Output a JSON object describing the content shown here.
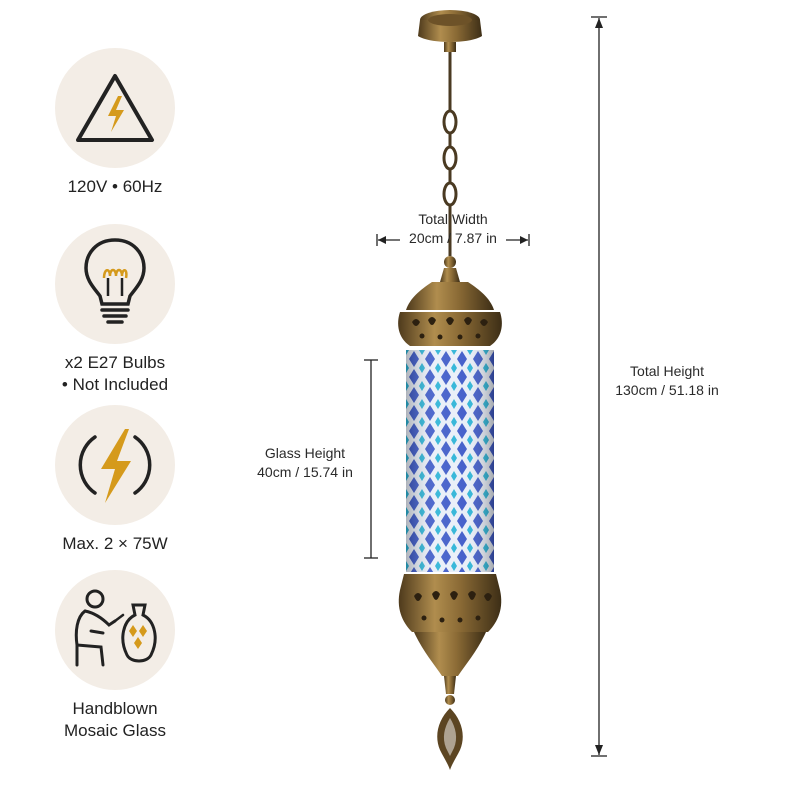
{
  "features": [
    {
      "icon": "high-voltage-warning-icon",
      "line1": "120V • 60Hz",
      "line2": ""
    },
    {
      "icon": "light-bulb-icon",
      "line1": "x2 E27 Bulbs",
      "line2": "• Not Included"
    },
    {
      "icon": "lightning-bolt-icon",
      "line1": "Max. 2 × 75W",
      "line2": ""
    },
    {
      "icon": "artisan-pottery-icon",
      "line1": "Handblown",
      "line2": "Mosaic Glass"
    }
  ],
  "dimensions": {
    "total_width": {
      "label": "Total Width",
      "value": "20cm / 7.87 in"
    },
    "glass_height": {
      "label": "Glass Height",
      "value": "40cm / 15.74 in"
    },
    "total_height": {
      "label": "Total Height",
      "value": "130cm / 51.18 in"
    }
  },
  "colors": {
    "icon_bg": "#f3ede6",
    "accent_gold": "#d59a1c",
    "brass": "#8a6a35",
    "glass_blue": "#3d59c8",
    "glass_turquoise": "#2bb3d6"
  }
}
